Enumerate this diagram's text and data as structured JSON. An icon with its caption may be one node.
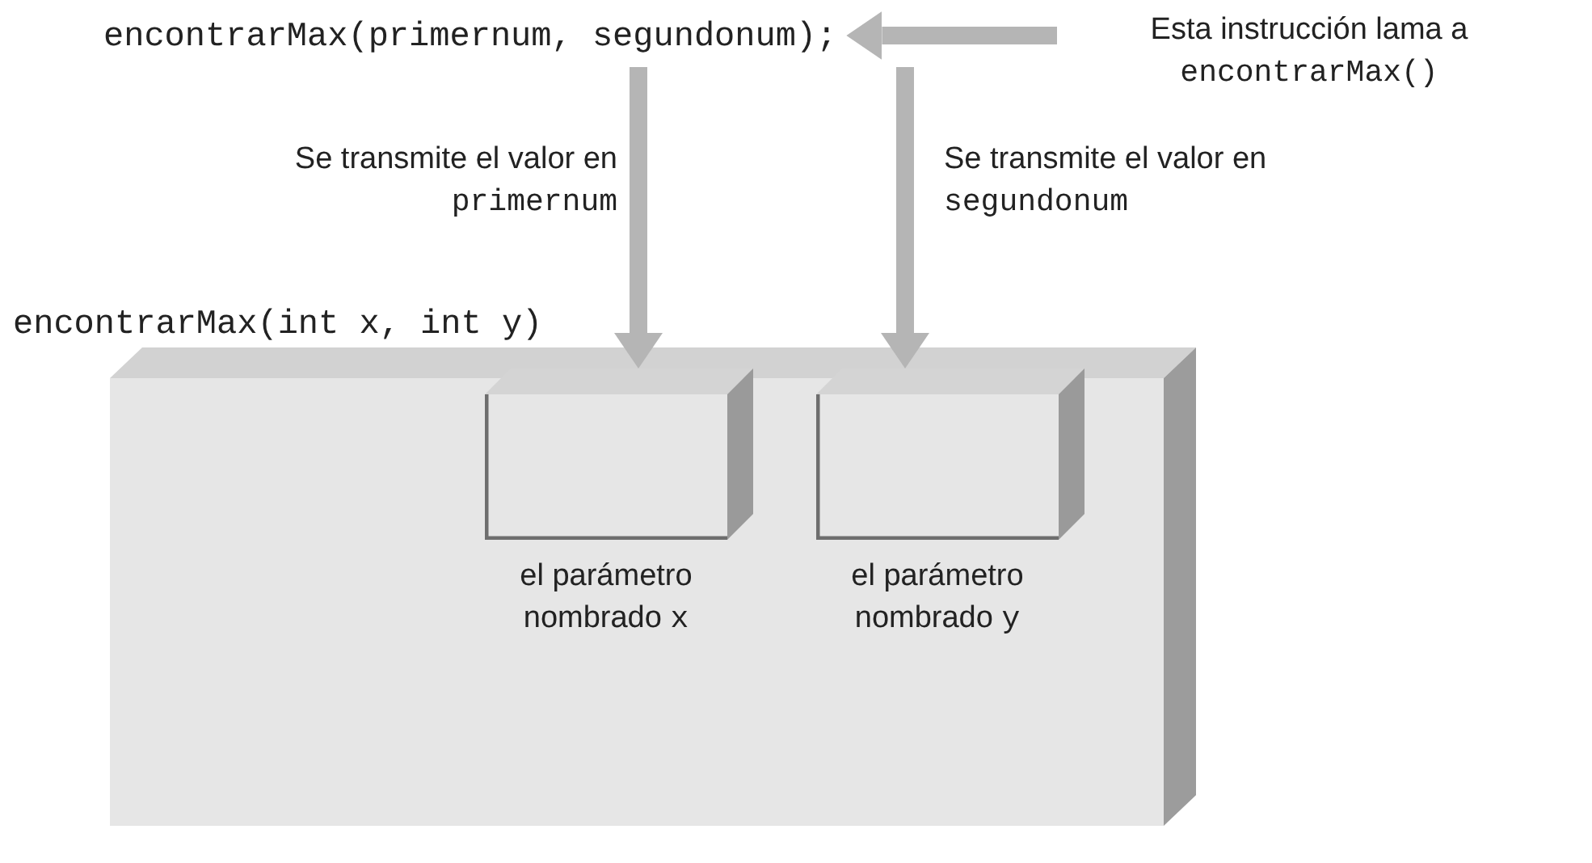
{
  "diagram": {
    "nodes": [
      {
        "text": [
          "encontrarMax(primernum, segundonum);"
        ]
      },
      {
        "text": [
          "Esta instrucción lama a encontrarMax()"
        ]
      },
      {
        "text": [
          "encontrarMax(int x, int y)"
        ]
      },
      {
        "text": [
          "el parámetro nombrado x"
        ],
        "in": 2
      },
      {
        "text": [
          "el parámetro nombrado y"
        ],
        "in": 2
      }
    ],
    "edges": [
      {
        "from": 1,
        "to": 0,
        "arrow": "to"
      },
      {
        "from": 0,
        "to": 3,
        "arrow": "to",
        "label": "Se transmite el valor en primernum"
      },
      {
        "from": 0,
        "to": 4,
        "arrow": "to",
        "label": "Se transmite el valor en segundonum"
      }
    ]
  }
}
